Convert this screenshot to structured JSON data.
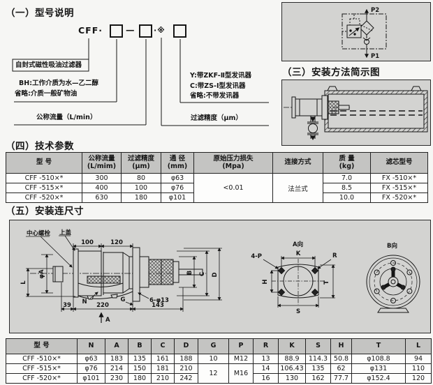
{
  "s1": {
    "title": "（一）型号说明",
    "code_prefix": "CFF·",
    "dash": "—",
    "dot_star": "·※",
    "label_filter": "自封式磁性吸油过滤器",
    "label_bh": "BH:工作介质为水—乙二醇",
    "label_mineral": "省略:介质一般矿物油",
    "label_flow": "公称流量（L/min）",
    "label_y": "Y:带ZKF-Ⅱ型发讯器",
    "label_c": "C:带ZS-Ⅰ型发讯器",
    "label_none": "省略:不带发讯器",
    "label_precision": "过滤精度（μm）"
  },
  "s3": {
    "title": "（三）安装方法简示图",
    "p2": "P2",
    "p1": "P1"
  },
  "s4": {
    "title": "（四）技术参数",
    "headers": [
      {
        "l1": "型  号",
        "l2": ""
      },
      {
        "l1": "公称流量",
        "l2": "(L/mim)"
      },
      {
        "l1": "过滤精度",
        "l2": "(μm)"
      },
      {
        "l1": "通 径",
        "l2": "(mm)"
      },
      {
        "l1": "原始压力损失",
        "l2": "(Mpa)"
      },
      {
        "l1": "连接方式",
        "l2": ""
      },
      {
        "l1": "质 量",
        "l2": "(kg)"
      },
      {
        "l1": "滤芯型号",
        "l2": ""
      }
    ],
    "pressure_loss": "<0.01",
    "connection": "法兰式",
    "rows": [
      {
        "model": "CFF -510×*",
        "flow": "300",
        "prec": "80",
        "dia": "φ63",
        "mass": "7.0",
        "elem": "FX -510×*"
      },
      {
        "model": "CFF -515×*",
        "flow": "400",
        "prec": "100",
        "dia": "φ76",
        "mass": "8.5",
        "elem": "FX -515×*"
      },
      {
        "model": "CFF -520×*",
        "flow": "630",
        "prec": "180",
        "dia": "φ101",
        "mass": "10.0",
        "elem": "FX -520×*"
      }
    ]
  },
  "s5": {
    "title": "（五）安装连尺寸",
    "lbl": {
      "center_bolt": "中心螺栓",
      "top_cover": "上盖",
      "d100": "100",
      "d120": "120",
      "phiA": "φA",
      "L": "L",
      "B": "B",
      "C": "C",
      "D": "D",
      "d39": "39",
      "d220": "220",
      "d143": "143",
      "N": "N",
      "G": "G",
      "holes": "6-φ13",
      "A": "A",
      "viewA": "A向",
      "fourP": "4-P",
      "K": "K",
      "R": "R",
      "H": "H",
      "T": "T",
      "S": "S",
      "viewB": "B向"
    }
  },
  "s6": {
    "headers": [
      "型  号",
      "N",
      "A",
      "B",
      "C",
      "D",
      "G",
      "P",
      "R",
      "K",
      "S",
      "H",
      "T",
      "L"
    ],
    "rows": [
      {
        "model": "CFF -510×*",
        "n": "φ63",
        "a": "183",
        "b": "135",
        "c": "161",
        "d": "188",
        "g": "10",
        "p": "M12",
        "r": "13",
        "k": "88.9",
        "s": "114.3",
        "h": "50.8",
        "t": "φ108.8",
        "l": "94"
      },
      {
        "model": "CFF -515×*",
        "n": "φ76",
        "a": "214",
        "b": "150",
        "c": "181",
        "d": "210",
        "g": "12",
        "p": "M16",
        "r": "14",
        "k": "106.43",
        "s": "135",
        "h": "62",
        "t": "φ131",
        "l": "110"
      },
      {
        "model": "CFF -520×*",
        "n": "φ101",
        "a": "230",
        "b": "180",
        "c": "210",
        "d": "242",
        "r": "16",
        "k": "130",
        "s": "162",
        "h": "77.7",
        "t": "φ152.4",
        "l": "120"
      }
    ]
  }
}
